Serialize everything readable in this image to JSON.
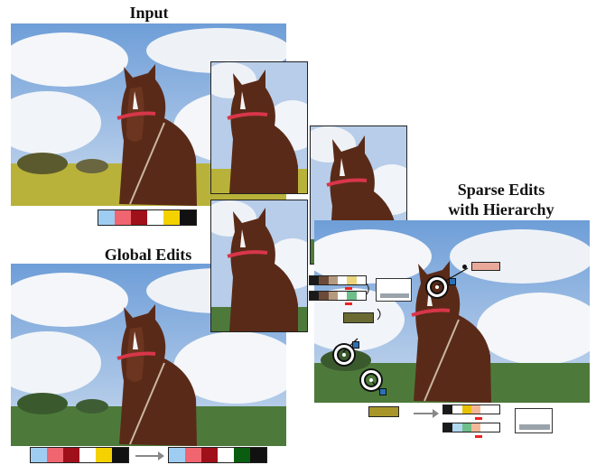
{
  "labels": {
    "input": "Input",
    "global": "Global Edits",
    "sparse_line1": "Sparse Edits",
    "sparse_line2": "with Hierarchy"
  },
  "colors": {
    "sky_top": "#6e9ed8",
    "sky_bottom": "#c8d9ee",
    "cloud": "#f4f6f9",
    "horse": "#5a2a18",
    "grass_yellow": "#b9b23a",
    "grass_green": "#4d7a3a",
    "bridle_red": "#d8364a"
  },
  "palettes": {
    "input": [
      "#9fcdf2",
      "#f06570",
      "#a0101a",
      "#ffffff",
      "#f3d200",
      "#111111"
    ],
    "global_before": [
      "#9fcdf2",
      "#f06570",
      "#a0101a",
      "#ffffff",
      "#f3d200",
      "#111111"
    ],
    "global_after": [
      "#9fcdf2",
      "#f06570",
      "#a0101a",
      "#ffffff",
      "#0a5d10",
      "#111111"
    ],
    "hier_left_a": [
      "#1a1a1a",
      "#6b4a3a",
      "#b69a80",
      "#ffffff",
      "#e9d57a",
      "#ffffff"
    ],
    "hier_left_b": [
      "#1a1a1a",
      "#6b4a3a",
      "#b69a80",
      "#ffffff",
      "#6dbf8a",
      "#ffffff"
    ],
    "hier_right_a": [
      "#1a1a1a",
      "#ffffff",
      "#e8c200",
      "#f3b898",
      "#ffffff",
      "#ffffff"
    ],
    "hier_right_b": [
      "#1a1a1a",
      "#b0d8f0",
      "#6dbf8a",
      "#f3b898",
      "#ffffff",
      "#ffffff"
    ],
    "single_salmon": "#e8a99a",
    "single_olive": "#6b6a32",
    "single_yellow_olive": "#a8962a"
  }
}
